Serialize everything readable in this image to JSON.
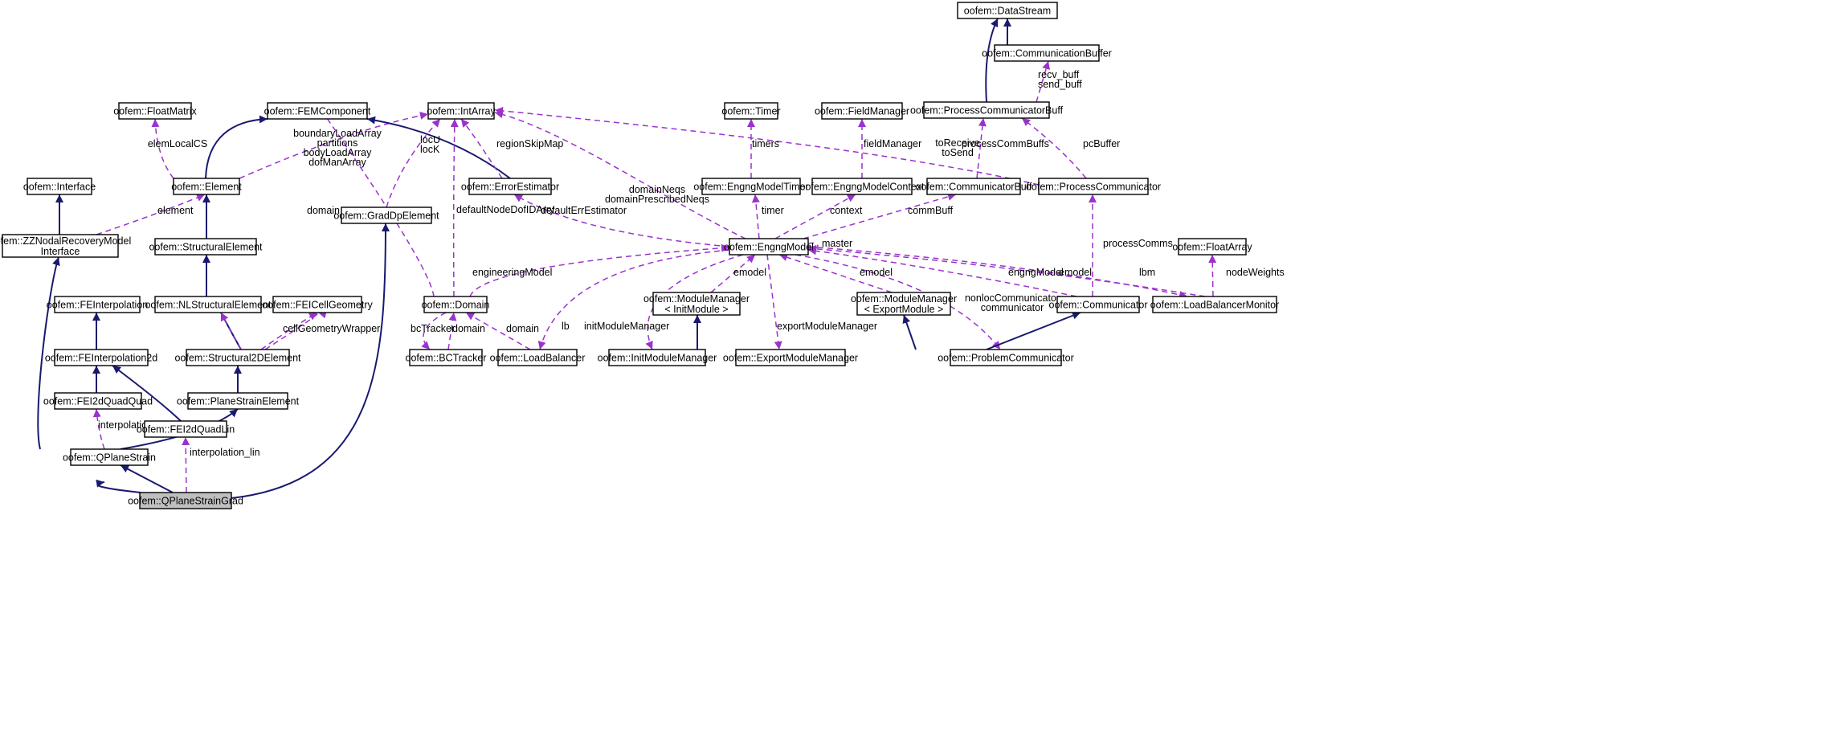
{
  "colors": {
    "inheritance": "#191970",
    "usage": "#9a32cd",
    "highlight_fill": "#bfbfbf"
  },
  "nodes": [
    {
      "id": "datastream",
      "lines": [
        "oofem::DataStream"
      ]
    },
    {
      "id": "commbuffer",
      "lines": [
        "oofem::CommunicationBuffer"
      ]
    },
    {
      "id": "pcommbuff",
      "lines": [
        "oofem::ProcessCommunicatorBuff"
      ]
    },
    {
      "id": "floatmatrix",
      "lines": [
        "oofem::FloatMatrix"
      ]
    },
    {
      "id": "femcomp",
      "lines": [
        "oofem::FEMComponent"
      ]
    },
    {
      "id": "intarray",
      "lines": [
        "oofem::IntArray"
      ]
    },
    {
      "id": "timer",
      "lines": [
        "oofem::Timer"
      ]
    },
    {
      "id": "fieldmgr",
      "lines": [
        "oofem::FieldManager"
      ]
    },
    {
      "id": "interface",
      "lines": [
        "oofem::Interface"
      ]
    },
    {
      "id": "element",
      "lines": [
        "oofem::Element"
      ]
    },
    {
      "id": "errest",
      "lines": [
        "oofem::ErrorEstimator"
      ]
    },
    {
      "id": "emtimer",
      "lines": [
        "oofem::EngngModelTimer"
      ]
    },
    {
      "id": "emcontext",
      "lines": [
        "oofem::EngngModelContext"
      ]
    },
    {
      "id": "commbuff",
      "lines": [
        "oofem::CommunicatorBuff"
      ]
    },
    {
      "id": "pcomm",
      "lines": [
        "oofem::ProcessCommunicator"
      ]
    },
    {
      "id": "gradelem",
      "lines": [
        "oofem::GradDpElement"
      ]
    },
    {
      "id": "zz",
      "lines": [
        "oofem::ZZNodalRecoveryModel",
        "Interface"
      ]
    },
    {
      "id": "structelem",
      "lines": [
        "oofem::StructuralElement"
      ]
    },
    {
      "id": "engng",
      "lines": [
        "oofem::EngngModel"
      ]
    },
    {
      "id": "floatarray",
      "lines": [
        "oofem::FloatArray"
      ]
    },
    {
      "id": "feinterp",
      "lines": [
        "oofem::FEInterpolation"
      ]
    },
    {
      "id": "nlstruct",
      "lines": [
        "oofem::NLStructuralElement"
      ]
    },
    {
      "id": "feicell",
      "lines": [
        "oofem::FEICellGeometry"
      ]
    },
    {
      "id": "domain",
      "lines": [
        "oofem::Domain"
      ]
    },
    {
      "id": "mminit",
      "lines": [
        "oofem::ModuleManager",
        "< InitModule >"
      ]
    },
    {
      "id": "mmexport",
      "lines": [
        "oofem::ModuleManager",
        "< ExportModule >"
      ]
    },
    {
      "id": "communicator",
      "lines": [
        "oofem::Communicator"
      ]
    },
    {
      "id": "lbmonitor",
      "lines": [
        "oofem::LoadBalancerMonitor"
      ]
    },
    {
      "id": "feinterp2d",
      "lines": [
        "oofem::FEInterpolation2d"
      ]
    },
    {
      "id": "struct2d",
      "lines": [
        "oofem::Structural2DElement"
      ]
    },
    {
      "id": "bctracker",
      "lines": [
        "oofem::BCTracker"
      ]
    },
    {
      "id": "loadbal",
      "lines": [
        "oofem::LoadBalancer"
      ]
    },
    {
      "id": "initmm",
      "lines": [
        "oofem::InitModuleManager"
      ]
    },
    {
      "id": "exportmm",
      "lines": [
        "oofem::ExportModuleManager"
      ]
    },
    {
      "id": "probcomm",
      "lines": [
        "oofem::ProblemCommunicator"
      ]
    },
    {
      "id": "fei2dqq",
      "lines": [
        "oofem::FEI2dQuadQuad"
      ]
    },
    {
      "id": "planestrain",
      "lines": [
        "oofem::PlaneStrainElement"
      ]
    },
    {
      "id": "fei2dql",
      "lines": [
        "oofem::FEI2dQuadLin"
      ]
    },
    {
      "id": "qplane",
      "lines": [
        "oofem::QPlaneStrain"
      ]
    },
    {
      "id": "qplanegrad",
      "lines": [
        "oofem::QPlaneStrainGrad"
      ]
    }
  ],
  "edge_labels": [
    {
      "id": "recv_send",
      "lines": [
        "recv_buff",
        "send_buff"
      ]
    },
    {
      "id": "elemlocalcs",
      "lines": [
        "elemLocalCS"
      ]
    },
    {
      "id": "boundary",
      "lines": [
        "boundaryLoadArray",
        "partitions",
        "bodyLoadArray",
        "dofManArray"
      ]
    },
    {
      "id": "locuk",
      "lines": [
        "locU",
        "locK"
      ]
    },
    {
      "id": "regionskip",
      "lines": [
        "regionSkipMap"
      ]
    },
    {
      "id": "timers",
      "lines": [
        "timers"
      ]
    },
    {
      "id": "fieldmanager",
      "lines": [
        "fieldManager"
      ]
    },
    {
      "id": "toreceive",
      "lines": [
        "toReceive",
        "toSend"
      ]
    },
    {
      "id": "processcommbuffs",
      "lines": [
        "processCommBuffs"
      ]
    },
    {
      "id": "pcbuffer",
      "lines": [
        "pcBuffer"
      ]
    },
    {
      "id": "domainneqs",
      "lines": [
        "domainNeqs",
        "domainPrescribedNeqs"
      ]
    },
    {
      "id": "element_lbl",
      "lines": [
        "element"
      ]
    },
    {
      "id": "domain_lbl",
      "lines": [
        "domain"
      ]
    },
    {
      "id": "defaultnode",
      "lines": [
        "defaultNodeDofIDArry"
      ]
    },
    {
      "id": "defaulterr",
      "lines": [
        "defaultErrEstimator"
      ]
    },
    {
      "id": "timer_lbl",
      "lines": [
        "timer"
      ]
    },
    {
      "id": "context_lbl",
      "lines": [
        "context"
      ]
    },
    {
      "id": "commbuff_lbl",
      "lines": [
        "commBuff"
      ]
    },
    {
      "id": "master_lbl",
      "lines": [
        "master"
      ]
    },
    {
      "id": "processcomms",
      "lines": [
        "processComms"
      ]
    },
    {
      "id": "nodeweights",
      "lines": [
        "nodeWeights"
      ]
    },
    {
      "id": "engmodel_lbl",
      "lines": [
        "engineeringModel"
      ]
    },
    {
      "id": "emodel1",
      "lines": [
        "emodel"
      ]
    },
    {
      "id": "emodel2",
      "lines": [
        "emodel"
      ]
    },
    {
      "id": "engngmodel_lbl",
      "lines": [
        "engngModel"
      ]
    },
    {
      "id": "emodel3",
      "lines": [
        "emodel"
      ]
    },
    {
      "id": "lbm_lbl",
      "lines": [
        "lbm"
      ]
    },
    {
      "id": "cellgeom",
      "lines": [
        "cellGeometryWrapper"
      ]
    },
    {
      "id": "bctracker_lbl",
      "lines": [
        "bcTracker"
      ]
    },
    {
      "id": "domain2_lbl",
      "lines": [
        "domain"
      ]
    },
    {
      "id": "domain3_lbl",
      "lines": [
        "domain"
      ]
    },
    {
      "id": "lb_lbl",
      "lines": [
        "lb"
      ]
    },
    {
      "id": "initmodmgr",
      "lines": [
        "initModuleManager"
      ]
    },
    {
      "id": "exportmodmgr",
      "lines": [
        "exportModuleManager"
      ]
    },
    {
      "id": "nonloc",
      "lines": [
        "nonlocCommunicator",
        "communicator"
      ]
    },
    {
      "id": "interp_lbl",
      "lines": [
        "interpolation"
      ]
    },
    {
      "id": "interplin_lbl",
      "lines": [
        "interpolation_lin"
      ]
    }
  ]
}
